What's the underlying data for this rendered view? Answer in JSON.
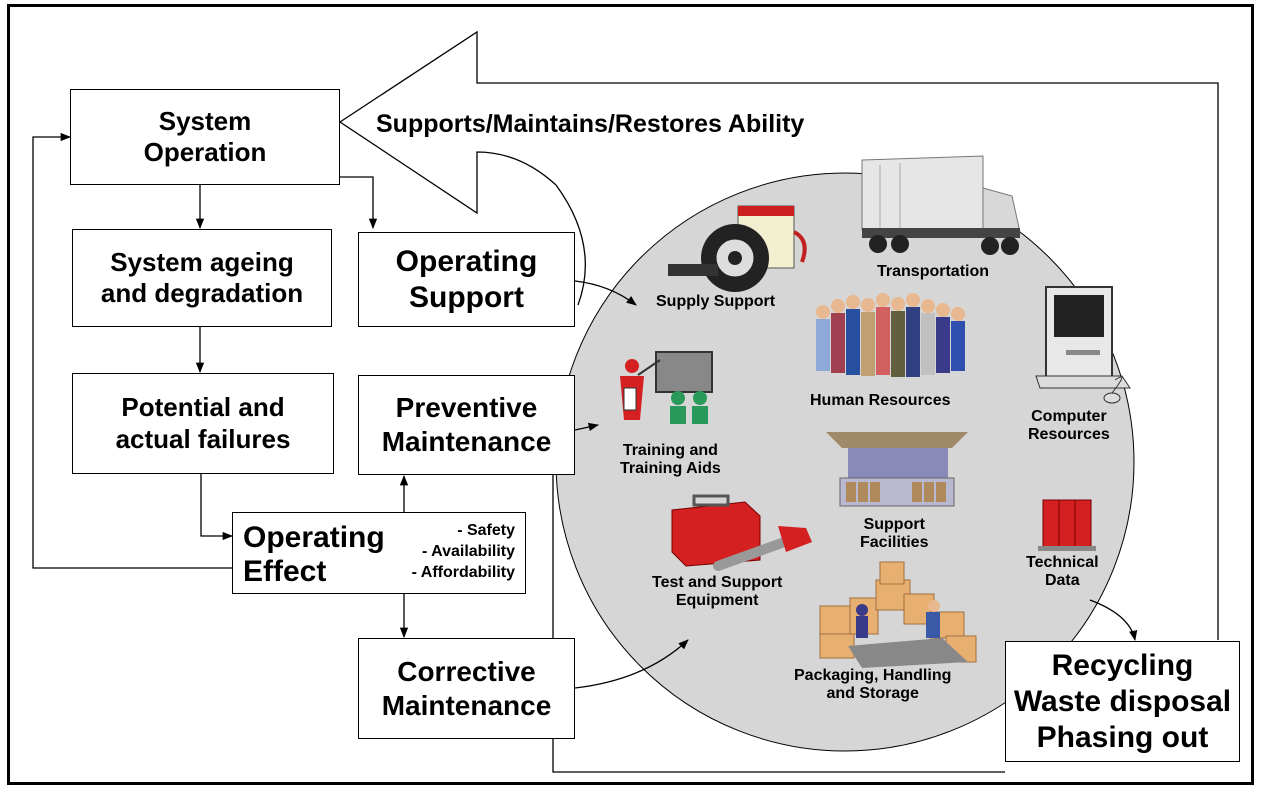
{
  "banner": "Supports/Maintains/Restores Ability",
  "boxes": {
    "system_operation": [
      "System",
      "Operation"
    ],
    "ageing": [
      "System ageing",
      "and degradation"
    ],
    "operating_support": [
      "Operating",
      "Support"
    ],
    "failures": [
      "Potential and",
      "actual failures"
    ],
    "preventive": [
      "Preventive",
      "Maintenance"
    ],
    "operating_effect": [
      "Operating",
      "Effect"
    ],
    "effect_items": [
      "- Safety",
      "- Availability",
      "- Affordability"
    ],
    "corrective": [
      "Corrective",
      "Maintenance"
    ],
    "recycling": [
      "Recycling",
      "Waste disposal",
      "Phasing out"
    ]
  },
  "support_elements": {
    "supply": [
      "Supply Support"
    ],
    "transportation": [
      "Transportation"
    ],
    "human": [
      "Human Resources"
    ],
    "computer": [
      "Computer",
      "Resources"
    ],
    "training": [
      "Training and",
      "Training Aids"
    ],
    "facilities": [
      "Support",
      "Facilities"
    ],
    "technical": [
      "Technical",
      "Data"
    ],
    "test": [
      "Test and Support",
      "Equipment"
    ],
    "packaging": [
      "Packaging, Handling",
      "and Storage"
    ]
  },
  "colors": {
    "circle": "#d6d6d6",
    "red": "#d42020",
    "cardboard": "#e8b070",
    "facility": "#8a8ab8"
  }
}
